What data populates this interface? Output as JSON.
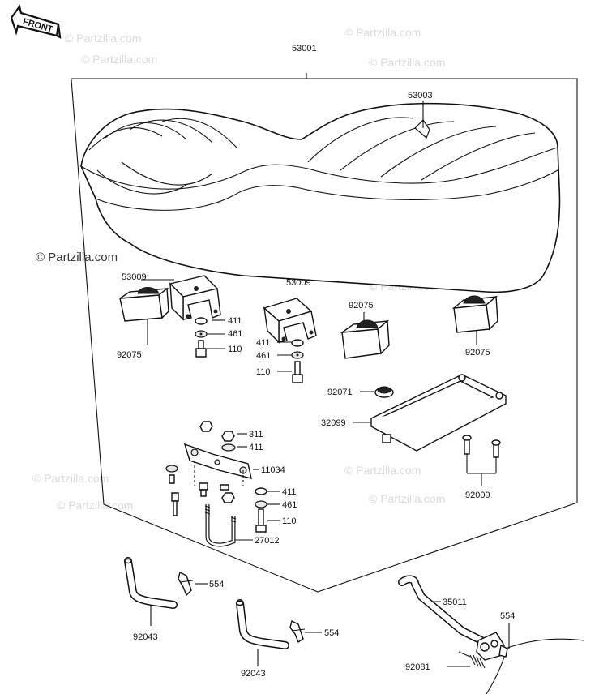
{
  "watermarks": {
    "main": "© Partzilla.com",
    "dark": "© Partzilla.com"
  },
  "front_arrow": {
    "label": "FRONT"
  },
  "parts": {
    "p53001": "53001",
    "p53003": "53003",
    "p53009_left": "53009",
    "p53009_right": "53009",
    "p92075_left": "92075",
    "p92075_mid": "92075",
    "p92075_right": "92075",
    "p411_left": "411",
    "p461_left": "461",
    "p110_left": "110",
    "p411_mid": "411",
    "p461_mid": "461",
    "p110_mid": "110",
    "p92071": "92071",
    "p32099": "32099",
    "p92009": "92009",
    "p311": "311",
    "p411_bracket_top": "411",
    "p11034": "11034",
    "p411_bracket_low": "411",
    "p461_bracket": "461",
    "p110_bracket": "110",
    "p27012": "27012",
    "p554_left": "554",
    "p92043_left": "92043",
    "p554_mid": "554",
    "p92043_mid": "92043",
    "p35011": "35011",
    "p554_right": "554",
    "p92081": "92081"
  }
}
